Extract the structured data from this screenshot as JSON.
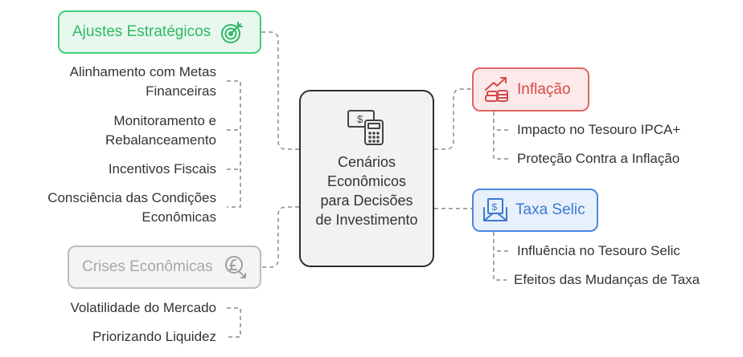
{
  "colors": {
    "green": "#3fcf7a",
    "gray": "#bdbdbd",
    "red": "#e06666",
    "blue": "#4a88dc",
    "center_border": "#2e2e2e",
    "connector": "#8a8a8a"
  },
  "center": {
    "label": "Cenários Econômicos para Decisões de Investimento",
    "icon": "money-calculator-icon"
  },
  "branches": {
    "ajustes": {
      "label": "Ajustes Estratégicos",
      "icon": "target-icon",
      "items": [
        "Alinhamento com Metas Financeiras",
        "Monitoramento e Rebalanceamento",
        "Incentivos Fiscais",
        "Consciência das Condições Econômicas"
      ]
    },
    "crises": {
      "label": "Crises Econômicas",
      "icon": "falling-coin-icon",
      "items": [
        "Volatilidade do Mercado",
        "Priorizando Liquidez"
      ]
    },
    "inflacao": {
      "label": "Inflação",
      "icon": "rising-coins-icon",
      "items": [
        "Impacto no Tesouro IPCA+",
        "Proteção Contra a Inflação"
      ]
    },
    "selic": {
      "label": "Taxa Selic",
      "icon": "money-envelope-icon",
      "items": [
        "Influência no Tesouro Selic",
        "Efeitos das Mudanças de Taxa"
      ]
    }
  }
}
